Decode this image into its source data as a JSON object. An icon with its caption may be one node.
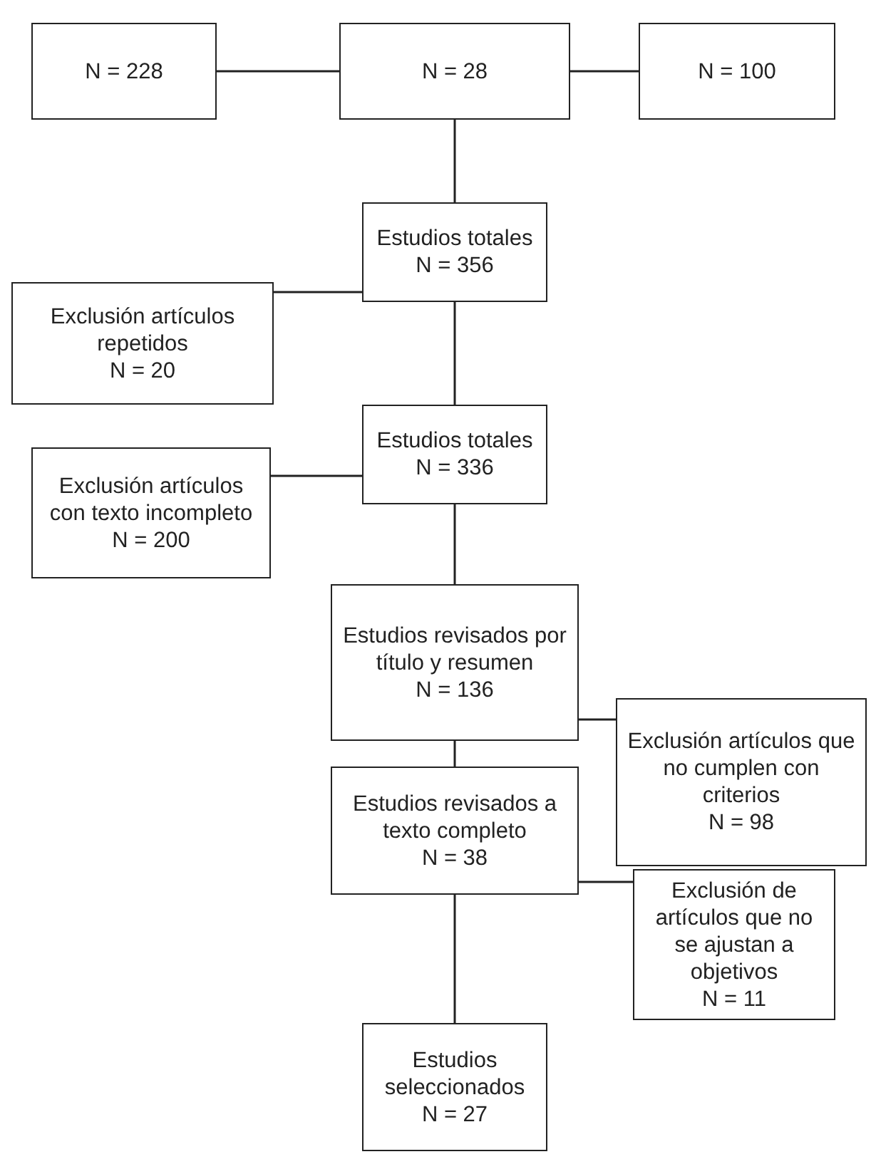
{
  "diagram": {
    "nodes": [
      {
        "text": [
          "N = 228"
        ]
      },
      {
        "text": [
          "N = 28"
        ]
      },
      {
        "text": [
          "N = 100"
        ]
      },
      {
        "text": [
          "Estudios totales",
          "N = 356"
        ]
      },
      {
        "text": [
          "Exclusión artículos repetidos",
          "N = 20"
        ]
      },
      {
        "text": [
          "Estudios totales",
          "N = 336"
        ]
      },
      {
        "text": [
          "Exclusión artículos con texto incompleto",
          "N = 200"
        ]
      },
      {
        "text": [
          "Estudios revisados por título y resumen",
          "N = 136"
        ]
      },
      {
        "text": [
          "Exclusión artículos que no cumplen con criterios",
          "N = 98"
        ]
      },
      {
        "text": [
          "Estudios revisados a texto completo",
          "N = 38"
        ]
      },
      {
        "text": [
          "Exclusión de artículos que no se ajustan a objetivos",
          "N = 11"
        ]
      },
      {
        "text": [
          "Estudios seleccionados",
          "N = 27"
        ]
      }
    ],
    "edges": [
      {
        "from": 0,
        "to": 1,
        "arrow": "none"
      },
      {
        "from": 1,
        "to": 2,
        "arrow": "none"
      },
      {
        "from": 1,
        "to": 3,
        "arrow": "none"
      },
      {
        "from": 3,
        "to": 5,
        "arrow": "none"
      },
      {
        "from": 3,
        "to": 4,
        "arrow": "none"
      },
      {
        "from": 5,
        "to": 7,
        "arrow": "none"
      },
      {
        "from": 5,
        "to": 6,
        "arrow": "none"
      },
      {
        "from": 7,
        "to": 9,
        "arrow": "none"
      },
      {
        "from": 7,
        "to": 8,
        "arrow": "none"
      },
      {
        "from": 9,
        "to": 11,
        "arrow": "none"
      },
      {
        "from": 9,
        "to": 10,
        "arrow": "none"
      }
    ]
  }
}
